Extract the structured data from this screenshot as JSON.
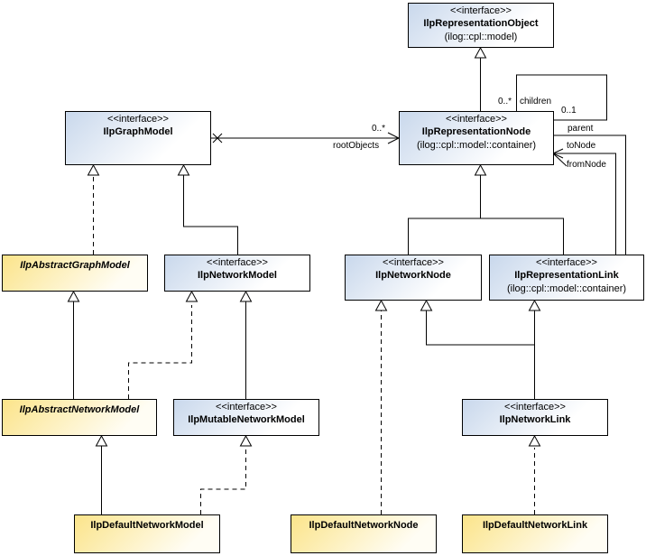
{
  "stereotype": "<<interface>>",
  "boxes": {
    "representation_object": {
      "name": "IlpRepresentationObject",
      "package": "(ilog::cpl::model)"
    },
    "graph_model": {
      "name": "IlpGraphModel"
    },
    "representation_node": {
      "name": "IlpRepresentationNode",
      "package": "(ilog::cpl::model::container)"
    },
    "abstract_graph_model": {
      "name": "IlpAbstractGraphModel"
    },
    "network_model": {
      "name": "IlpNetworkModel"
    },
    "network_node": {
      "name": "IlpNetworkNode"
    },
    "representation_link": {
      "name": "IlpRepresentationLink",
      "package": "(ilog::cpl::model::container)"
    },
    "abstract_network_model": {
      "name": "IlpAbstractNetworkModel"
    },
    "mutable_network_model": {
      "name": "IlpMutableNetworkModel"
    },
    "network_link": {
      "name": "IlpNetworkLink"
    },
    "default_network_model": {
      "name": "IlpDefaultNetworkModel"
    },
    "default_network_node": {
      "name": "IlpDefaultNetworkNode"
    },
    "default_network_link": {
      "name": "IlpDefaultNetworkLink"
    }
  },
  "labels": {
    "root_objects_mult": "0..*",
    "root_objects": "rootObjects",
    "children_mult": "0..*",
    "children": "children",
    "parent_mult": "0..1",
    "parent": "parent",
    "to_node": "toNode",
    "from_node": "fromNode"
  }
}
